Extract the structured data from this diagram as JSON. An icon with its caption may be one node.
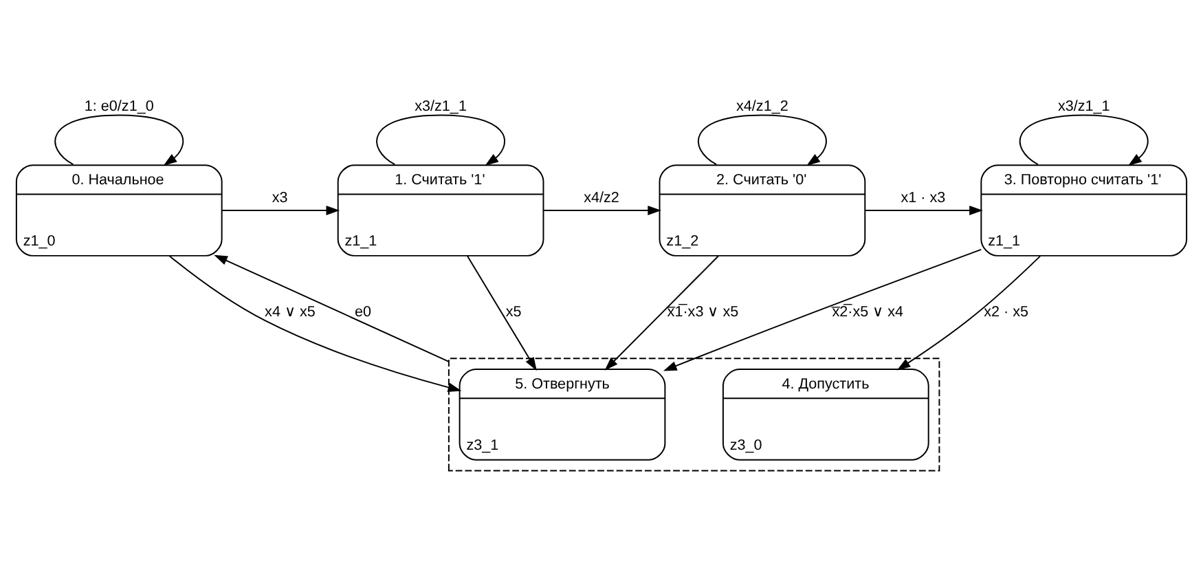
{
  "diagram": {
    "nodes": [
      {
        "text": [
          "0. Начальное",
          "z1_0"
        ]
      },
      {
        "text": [
          "1. Считать '1'",
          "z1_1"
        ]
      },
      {
        "text": [
          "2. Считать '0'",
          "z1_2"
        ]
      },
      {
        "text": [
          "3. Повторно считать '1'",
          "z1_1"
        ]
      },
      {
        "text": [],
        "shape": "box"
      },
      {
        "text": [
          "5. Отвергнуть",
          "z3_1"
        ],
        "in": 4
      },
      {
        "text": [
          "4. Допустить",
          "z3_0"
        ],
        "in": 4
      }
    ],
    "edges": [
      {
        "from": 0,
        "to": 0,
        "arrow": "to",
        "label": "1: e0/z1_0"
      },
      {
        "from": 0,
        "to": 1,
        "arrow": "to",
        "label": "x3"
      },
      {
        "from": 1,
        "to": 1,
        "arrow": "to",
        "label": "x3/z1_1"
      },
      {
        "from": 1,
        "to": 2,
        "arrow": "to",
        "label": "x4/z2"
      },
      {
        "from": 2,
        "to": 2,
        "arrow": "to",
        "label": "x4/z1_2"
      },
      {
        "from": 2,
        "to": 3,
        "arrow": "to",
        "label": "x1 · x3"
      },
      {
        "from": 3,
        "to": 3,
        "arrow": "to",
        "label": "x3/z1_1"
      },
      {
        "from": 1,
        "to": 5,
        "arrow": "to",
        "label": "x5"
      },
      {
        "from": 2,
        "to": 5,
        "arrow": "to",
        "label": "x̅1̅·x3 ∨ x5"
      },
      {
        "from": 3,
        "to": 5,
        "arrow": "to",
        "label": "x̅2̅·x5 ∨ x4"
      },
      {
        "from": 3,
        "to": 6,
        "arrow": "to",
        "label": "x2 · x5"
      },
      {
        "from": 4,
        "to": 0,
        "arrow": "to",
        "label": "e0"
      },
      {
        "from": 0,
        "to": 5,
        "arrow": "to",
        "label": "x4 ∨ x5"
      }
    ]
  }
}
